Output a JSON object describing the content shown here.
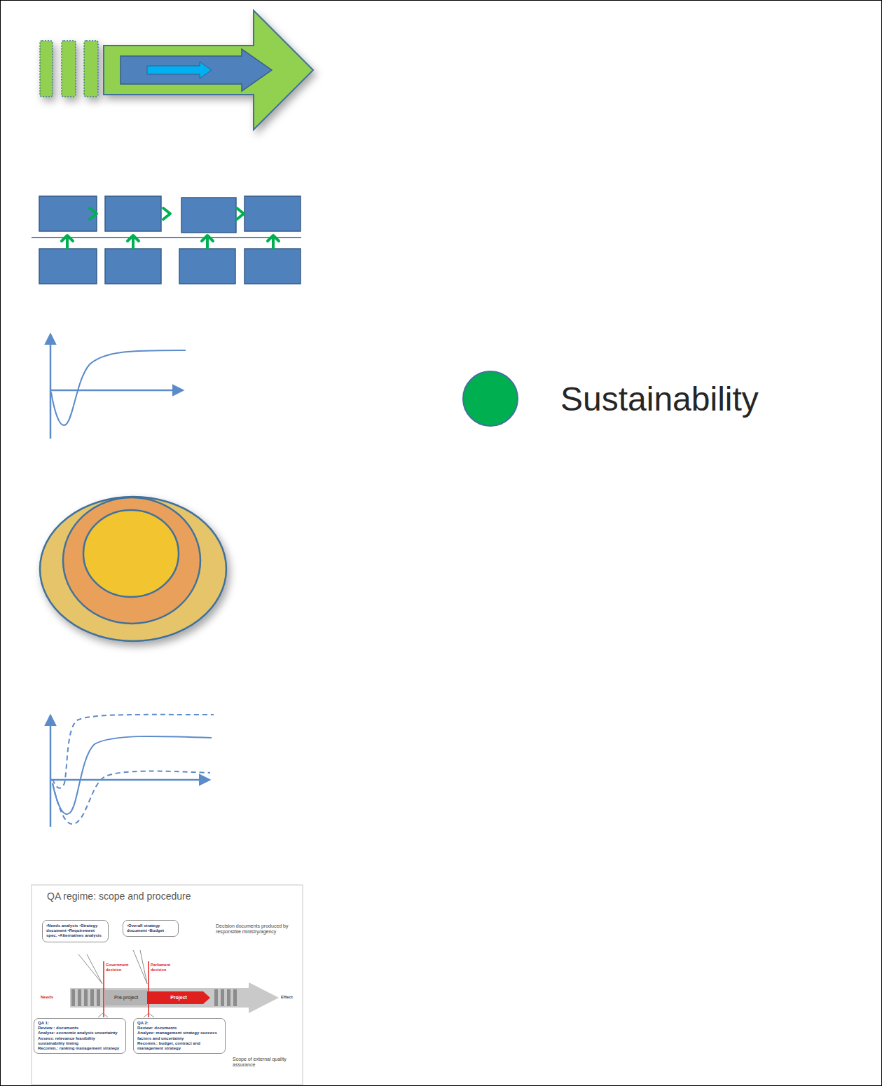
{
  "diagram": {
    "nodes": [
      {
        "text": [
          "QA regime: scope and procedure"
        ]
      },
      {
        "text": [
          "•Needs analysis •Strategy document •Requirement spec. •Alternatives analysis"
        ],
        "in": 0
      },
      {
        "text": [
          "•Overall strategy document •Budget"
        ],
        "in": 0
      },
      {
        "text": [
          "Pre-project"
        ],
        "in": 0
      },
      {
        "text": [
          "Project"
        ],
        "in": 0
      },
      {
        "text": [
          "QA 1:",
          "Review : documents",
          "Analyze: economic analysis uncertainty",
          "Assess: relevance feasibility sustainability timing",
          "Recomm.: ranking management strategy"
        ],
        "in": 0
      },
      {
        "text": [
          "QA 2:",
          "Review: documents",
          "Analyze: management strategy success factors and uncertainty",
          "Recomm.: budget, contract and management strategy"
        ],
        "in": 0
      }
    ],
    "labels": [
      "Decision documents produced by responsible ministry/agency",
      "Government decision",
      "Parliament decision",
      "Needs",
      "Effect",
      "Scope of external quality assurance"
    ],
    "legend": [
      {
        "text": "Sustainability",
        "color": "#00b050"
      }
    ]
  }
}
